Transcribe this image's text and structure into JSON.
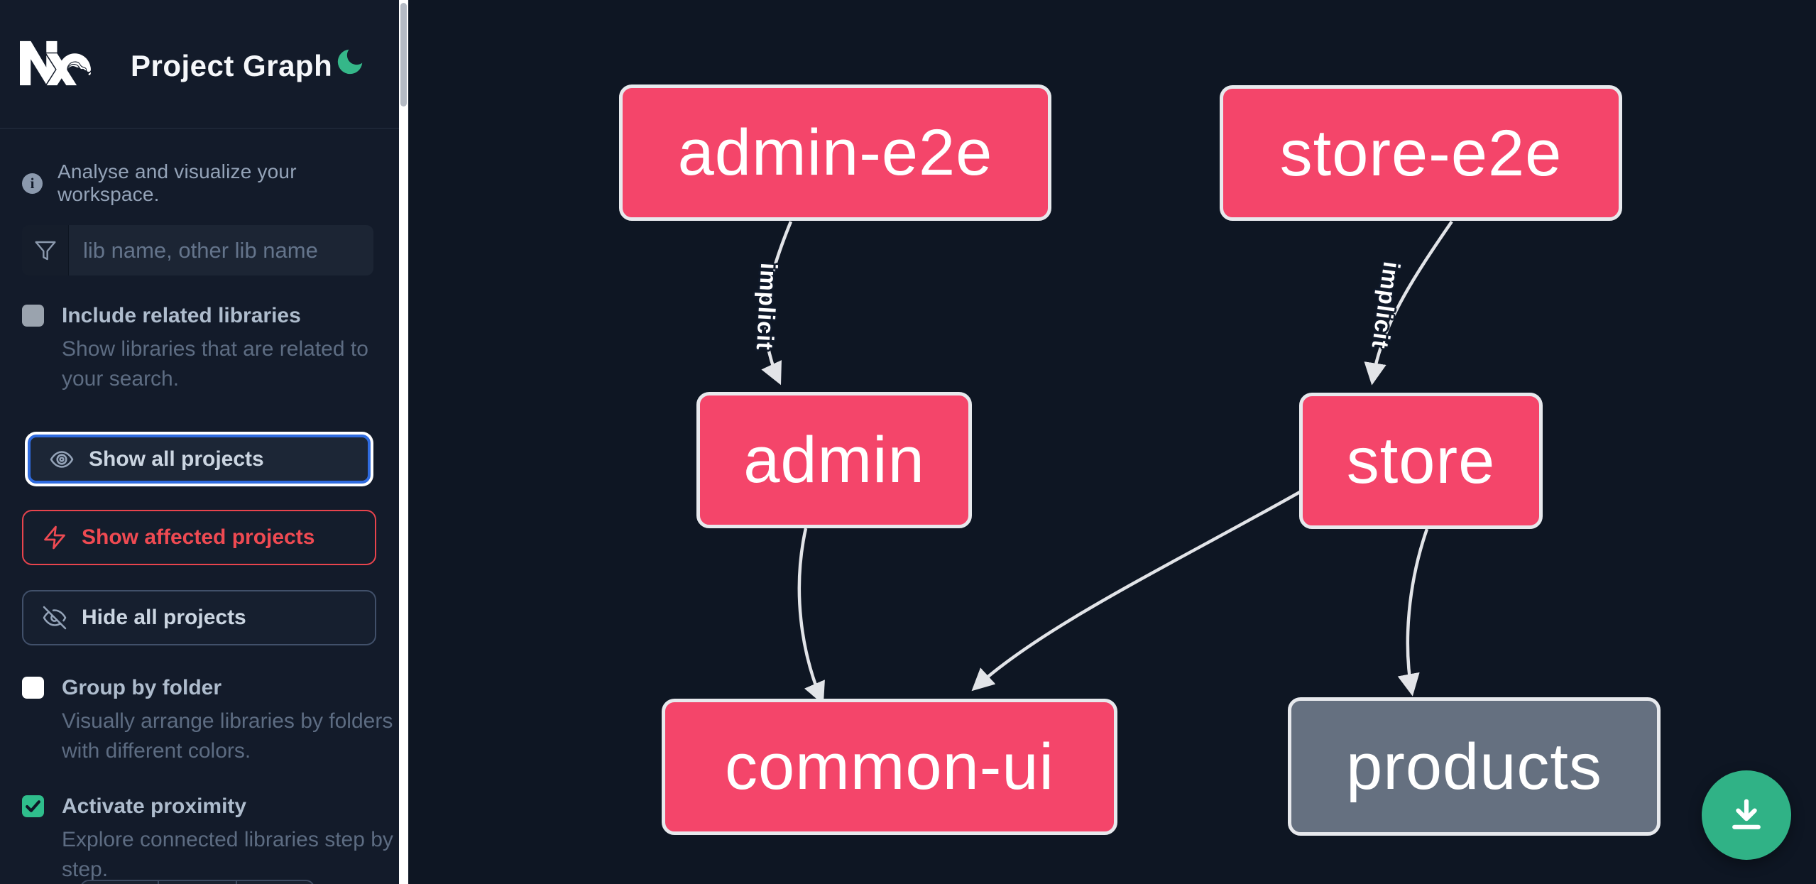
{
  "app": {
    "title": "Project Graph"
  },
  "header": {
    "logo_icon": "nx-logo",
    "theme_toggle_icon": "moon-icon"
  },
  "sidebar": {
    "tagline": "Analyse and visualize your workspace.",
    "search": {
      "icon": "filter-icon",
      "placeholder": "lib name, other lib name"
    },
    "checkboxes": [
      {
        "label": "Include related libraries",
        "description": "Show libraries that are related to your search.",
        "checked": false
      },
      {
        "label": "Group by folder",
        "description": "Visually arrange libraries by folders with different colors.",
        "checked": false
      },
      {
        "label": "Activate proximity",
        "description": "Explore connected libraries step by step.",
        "checked": true
      }
    ],
    "actions": [
      {
        "label": "Show all projects",
        "icon": "eye-icon",
        "state": "focused"
      },
      {
        "label": "Show affected projects",
        "icon": "lightning-icon",
        "state": "affected"
      },
      {
        "label": "Hide all projects",
        "icon": "eye-off-icon",
        "state": "default"
      }
    ]
  },
  "graph": {
    "nodes": [
      {
        "id": "admin-e2e",
        "label": "admin-e2e",
        "color": "#f4456a"
      },
      {
        "id": "store-e2e",
        "label": "store-e2e",
        "color": "#f4456a"
      },
      {
        "id": "admin",
        "label": "admin",
        "color": "#f4456a"
      },
      {
        "id": "store",
        "label": "store",
        "color": "#f4456a"
      },
      {
        "id": "common-ui",
        "label": "common-ui",
        "color": "#f4456a"
      },
      {
        "id": "products",
        "label": "products",
        "color": "#657080"
      }
    ],
    "edges": [
      {
        "source": "admin-e2e",
        "target": "admin",
        "label": "implicit"
      },
      {
        "source": "store-e2e",
        "target": "store",
        "label": "implicit"
      },
      {
        "source": "admin",
        "target": "common-ui",
        "label": ""
      },
      {
        "source": "store",
        "target": "common-ui",
        "label": ""
      },
      {
        "source": "store",
        "target": "products",
        "label": ""
      }
    ]
  },
  "fab": {
    "icon": "download-icon"
  },
  "colors": {
    "node_pink": "#f4456a",
    "node_gray": "#657080",
    "node_border": "#e7e9ed",
    "edge": "#e2e4e8",
    "accent_green": "#30b286",
    "focus_blue": "#2f6bdf",
    "affected_red": "#e8444d",
    "sidebar_bg": "#131b2a",
    "canvas_bg": "#0e1623",
    "scrollbar_track": "#ffffff"
  }
}
